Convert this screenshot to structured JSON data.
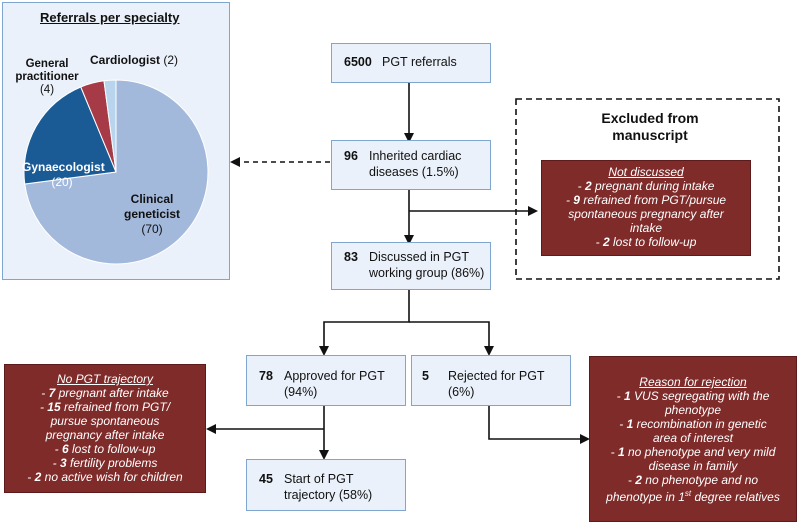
{
  "pie": {
    "title": "Referrals per specialty",
    "slices": [
      {
        "name": "Clinical geneticist",
        "label_line1": "Clinical",
        "label_line2": "geneticist",
        "value": 70,
        "count_text": "(70)",
        "color": "#a3b9dc"
      },
      {
        "name": "Gynaecologist",
        "label_line1": "Gynaecologist",
        "value": 20,
        "count_text": "(20)",
        "color": "#1a5b96"
      },
      {
        "name": "General practitioner",
        "label_line1": "General",
        "label_line2": "practitioner",
        "value": 4,
        "count_text": "(4)",
        "color": "#a63a47"
      },
      {
        "name": "Cardiologist",
        "label_line1": "Cardiologist",
        "value": 2,
        "count_text": "(2)",
        "color": "#b9d5ee"
      }
    ]
  },
  "flow": {
    "referrals": {
      "num": "6500",
      "label": "PGT referrals"
    },
    "inherited": {
      "num": "96",
      "label1": "Inherited cardiac",
      "label2": "diseases (1.5%)"
    },
    "discussed": {
      "num": "83",
      "label1": "Discussed in PGT",
      "label2": "working group (86%)"
    },
    "approved": {
      "num": "78",
      "label1": "Approved for PGT",
      "label2": "(94%)"
    },
    "rejected": {
      "num": "5",
      "label1": "Rejected for PGT",
      "label2": "(6%)"
    },
    "start": {
      "num": "45",
      "label1": "Start of PGT",
      "label2": "trajectory (58%)"
    }
  },
  "excluded": {
    "title1": "Excluded from",
    "title2": "manuscript",
    "heading": "Not discussed",
    "l1n": "2",
    "l1t": " pregnant during intake",
    "l2n": "9",
    "l2t": " refrained from PGT/pursue",
    "l2b": "spontaneous pregnancy after",
    "l2c": "intake",
    "l3n": "2",
    "l3t": " lost to follow-up"
  },
  "nopgt": {
    "heading": "No PGT trajectory",
    "l1n": "7",
    "l1t": " pregnant after intake",
    "l2n": "15",
    "l2t": " refrained from PGT/",
    "l2b": "pursue spontaneous",
    "l2c": "pregnancy after intake",
    "l3n": "6",
    "l3t": " lost to follow-up",
    "l4n": "3",
    "l4t": " fertility problems",
    "l5n": "2",
    "l5t": " no active wish for children"
  },
  "rejection": {
    "heading": "Reason for rejection",
    "l1n": "1",
    "l1t": " VUS segregating with the",
    "l1b": "phenotype",
    "l2n": "1",
    "l2t": " recombination in genetic",
    "l2b": "area of interest",
    "l3n": "1",
    "l3t": " no phenotype and very mild",
    "l3b": "disease in family",
    "l4n": "2",
    "l4t": " no phenotype and no",
    "l4b": "phenotype in 1",
    "l4sup": "st",
    "l4c": " degree relatives"
  }
}
